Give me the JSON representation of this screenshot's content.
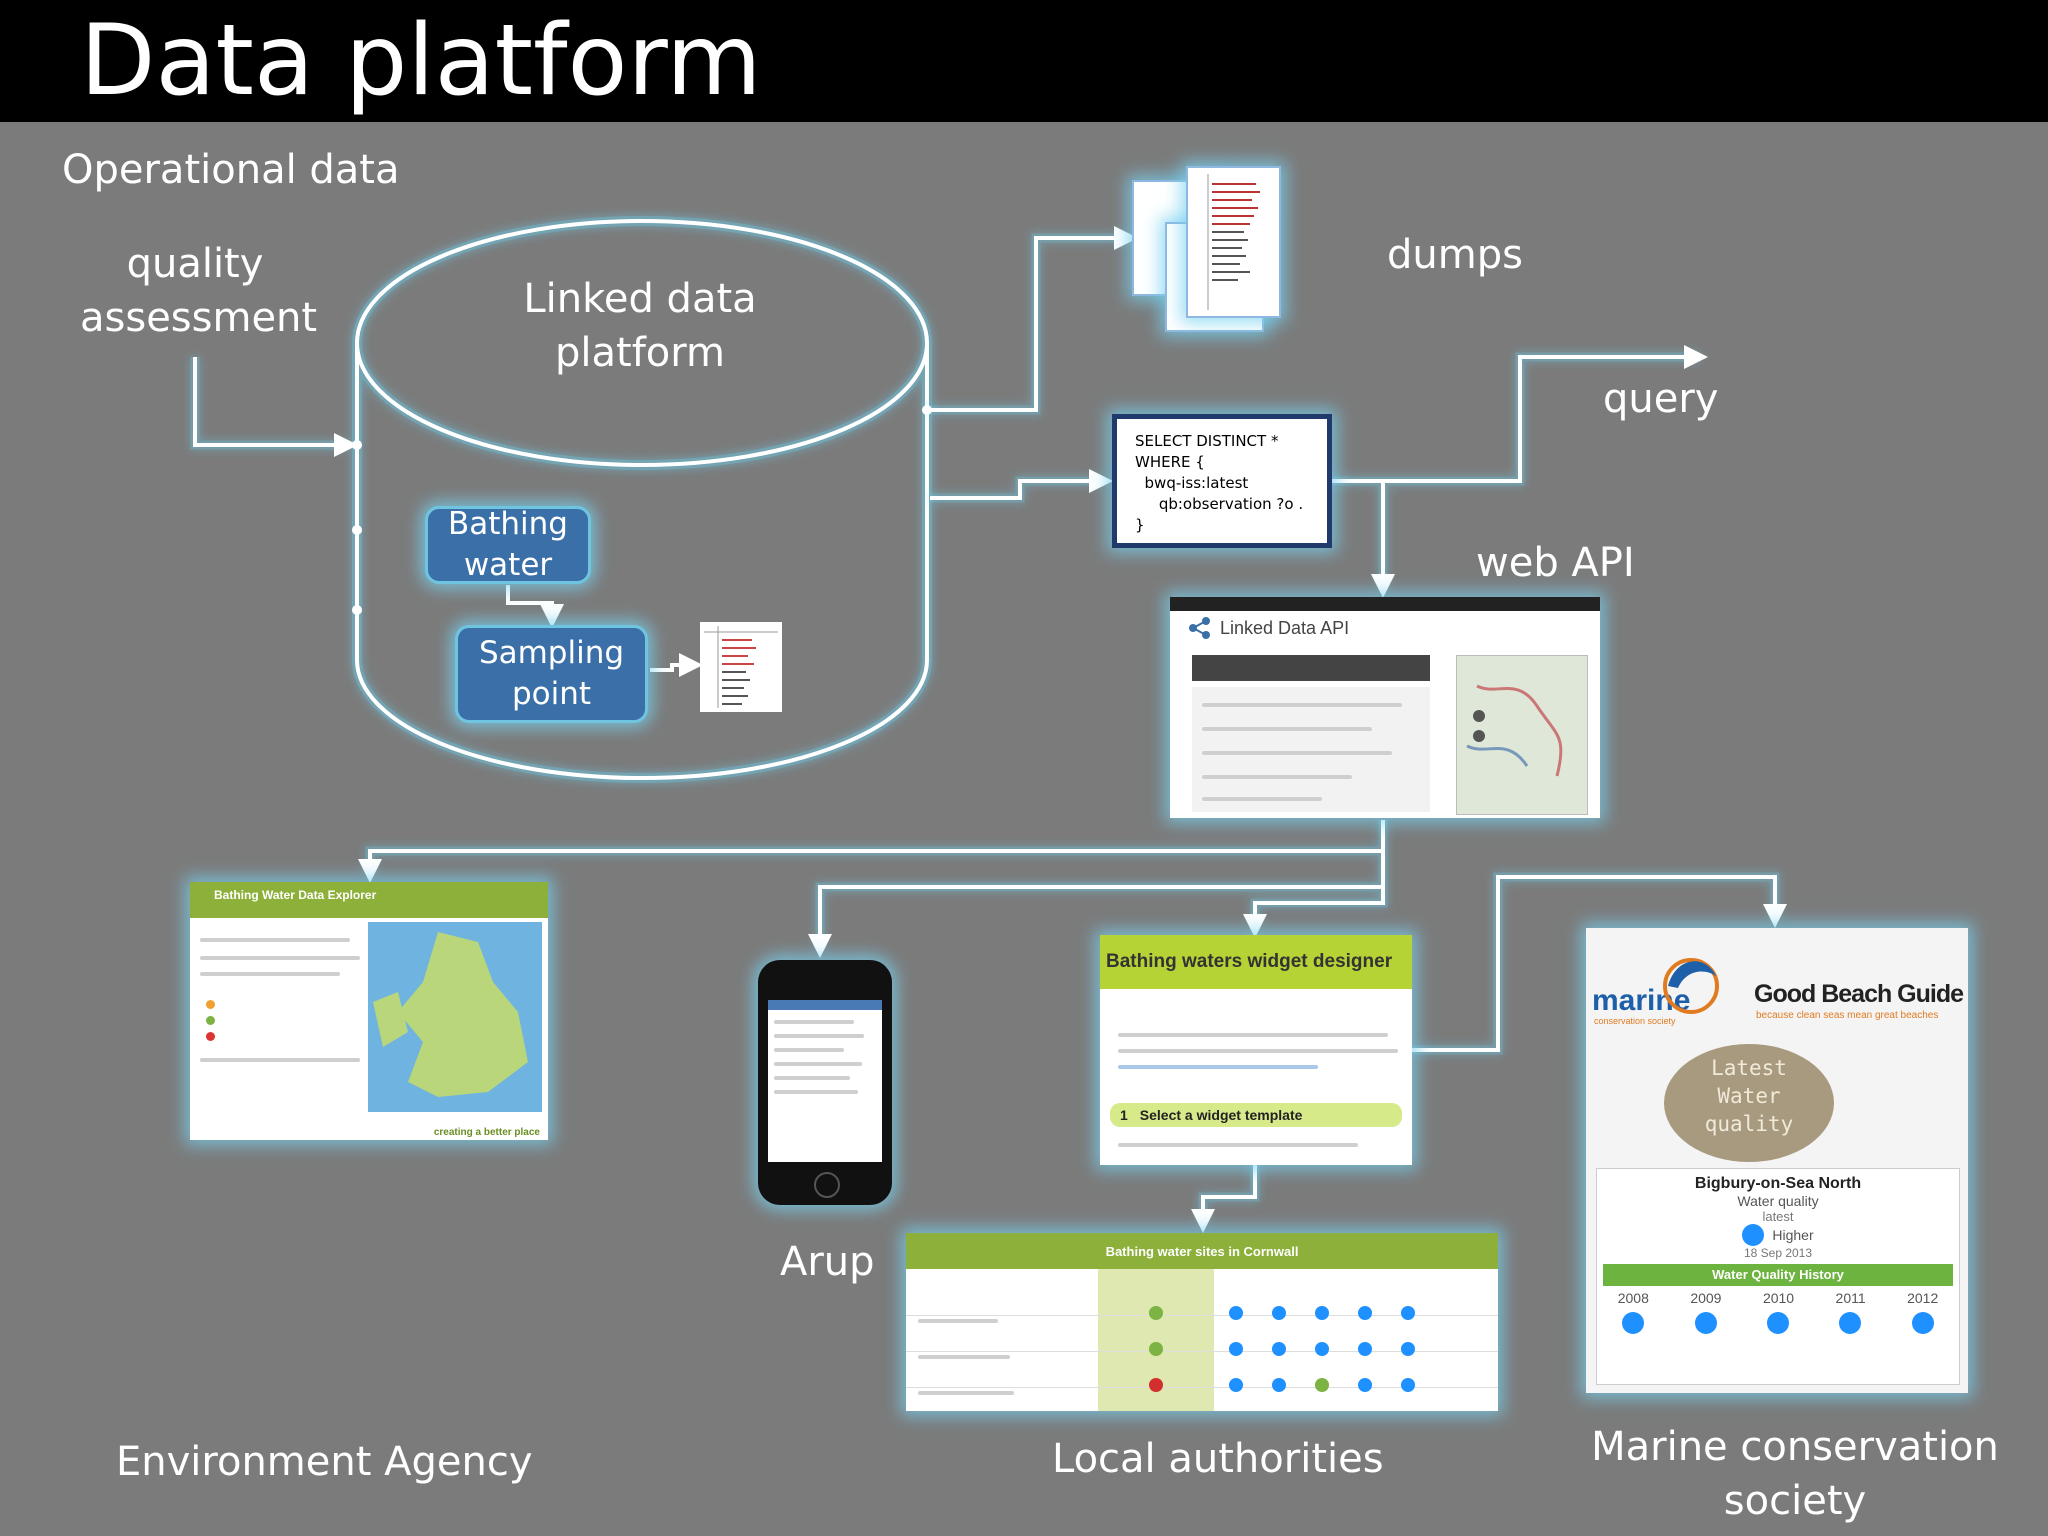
{
  "slide": {
    "title": "Data platform"
  },
  "labels": {
    "operational": "Operational data",
    "quality_line1": "quality",
    "quality_line2": "assessment",
    "linked_line1": "Linked data",
    "linked_line2": "platform",
    "dumps": "dumps",
    "query": "query",
    "web_api": "web API",
    "arup": "Arup",
    "environment_agency": "Environment Agency",
    "local_authorities": "Local authorities",
    "marine_line1": "Marine conservation",
    "marine_line2": "society"
  },
  "nodes": {
    "bathing_line1": "Bathing",
    "bathing_line2": "water",
    "sampling_line1": "Sampling",
    "sampling_line2": "point"
  },
  "sparql": {
    "line1": "SELECT DISTINCT *",
    "line2": "WHERE {",
    "line3": "  bwq-iss:latest",
    "line4": "     qb:observation ?o .",
    "line5": "}"
  },
  "api_screenshot": {
    "title": "Linked Data API"
  },
  "ea_explorer": {
    "title": "Bathing Water Data Explorer",
    "footer": "creating a better place"
  },
  "widget": {
    "title": "Bathing waters widget designer",
    "step_number": "1",
    "step_label": "Select a widget template"
  },
  "cornwall_table": {
    "title": "Bathing water sites in Cornwall"
  },
  "mcs": {
    "brand": "marine",
    "brand_sub": "conservation society",
    "guide": "Good Beach Guide",
    "guide_sub": "because clean seas mean great beaches",
    "stone_line1": "Latest",
    "stone_line2": "Water",
    "stone_line3": "quality",
    "beach": "Bigbury-on-Sea North",
    "water_quality": "Water quality",
    "latest": "latest",
    "rating": "Higher",
    "date": "18 Sep 2013",
    "history": "Water Quality History",
    "years": [
      "2008",
      "2009",
      "2010",
      "2011",
      "2012"
    ]
  },
  "colors": {
    "connector": "#ffffff",
    "glow": "#6fc5e0",
    "node_fill": "#3a6fa8",
    "widget_green": "#b5d334"
  }
}
